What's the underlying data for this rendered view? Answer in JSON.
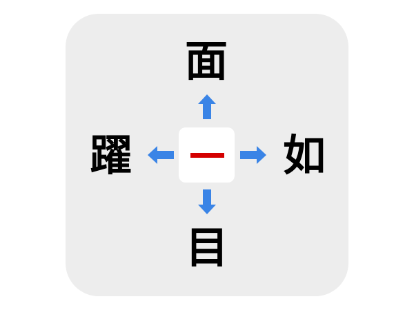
{
  "puzzle": {
    "center": {
      "answer_mark": "一",
      "bar_color": "#d40000",
      "box_color": "#ffffff"
    },
    "top": {
      "char": "面",
      "direction": "up"
    },
    "left": {
      "char": "躍",
      "direction": "left"
    },
    "right": {
      "char": "如",
      "direction": "right"
    },
    "bottom": {
      "char": "目",
      "direction": "down"
    }
  },
  "colors": {
    "arrow": "#3a84e6",
    "panel": "#ededed",
    "text": "#000000",
    "background": "#ffffff"
  },
  "icons": {
    "arrow_up": "arrow-up-icon",
    "arrow_down": "arrow-down-icon",
    "arrow_left": "arrow-left-icon",
    "arrow_right": "arrow-right-icon"
  }
}
